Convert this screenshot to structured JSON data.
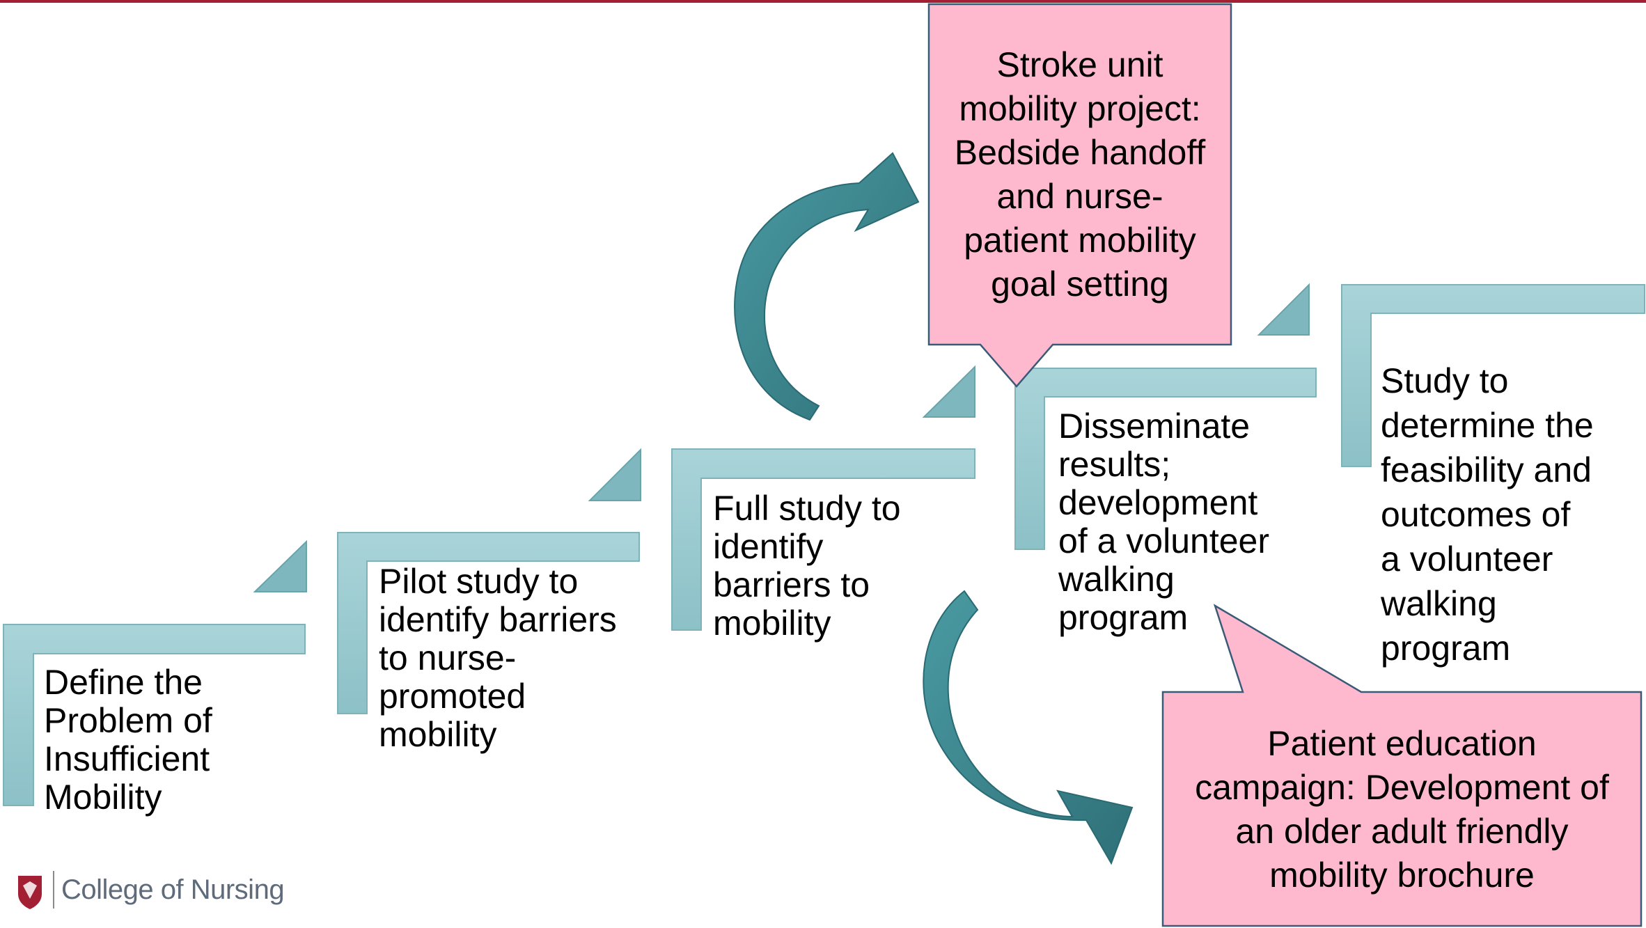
{
  "steps": [
    {
      "text": "Define the\nProblem of\nInsufficient\nMobility"
    },
    {
      "text": "Pilot study to\nidentify barriers\nto nurse-\npromoted\nmobility"
    },
    {
      "text": "Full study to\nidentify\nbarriers to\nmobility"
    },
    {
      "text": "Disseminate\nresults;\ndevelopment\nof a volunteer\nwalking\nprogram"
    },
    {
      "text": "Study to\ndetermine the\nfeasibility and\noutcomes of\na volunteer\nwalking\nprogram"
    }
  ],
  "callouts": {
    "stroke_unit": "Stroke unit\nmobility project:\nBedside handoff\nand nurse-\npatient mobility\ngoal setting",
    "patient_education": "Patient education\ncampaign: Development of\nan older adult friendly\nmobility brochure"
  },
  "footer": {
    "label": "College of Nursing"
  },
  "colors": {
    "step_fill": "#9fcdd3",
    "step_stroke": "#7fb2b9",
    "arrow_fill": "#3d8a92",
    "arrow_stroke": "#2a6a72",
    "callout_fill": "#ffb9cf",
    "callout_stroke": "#3a5a78",
    "top_rule": "#a31f34",
    "logo": "#a31f34"
  }
}
